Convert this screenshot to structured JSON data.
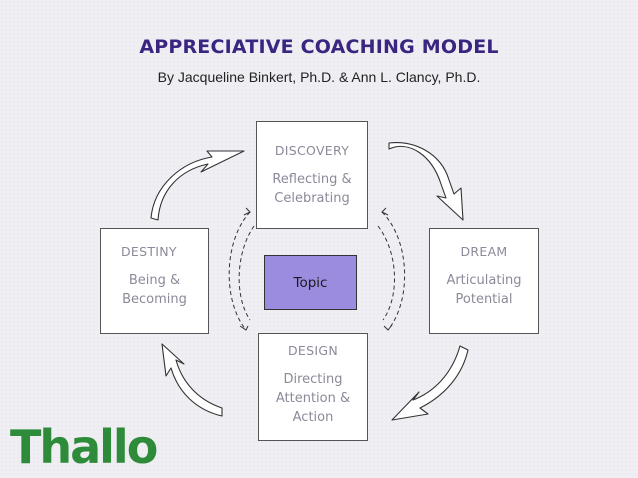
{
  "title": "APPRECIATIVE COACHING MODEL",
  "subtitle": "By Jacqueline Binkert, Ph.D. & Ann L. Clancy, Ph.D.",
  "boxes": {
    "discovery": {
      "heading": "DISCOVERY",
      "line1": "Reflecting &",
      "line2": "Celebrating"
    },
    "dream": {
      "heading": "DREAM",
      "line1": "Articulating",
      "line2": "Potential"
    },
    "design": {
      "heading": "DESIGN",
      "line1": "Directing",
      "line2": "Attention &",
      "line3": "Action"
    },
    "destiny": {
      "heading": "DESTINY",
      "line1": "Being &",
      "line2": "Becoming"
    }
  },
  "center": {
    "label": "Topic"
  },
  "logo": {
    "text": "Thallo",
    "color": "#2e8b3a"
  },
  "colors": {
    "title": "#3a2580",
    "topic_fill": "#9b8ce0",
    "box_text": "#8a8a9a"
  }
}
